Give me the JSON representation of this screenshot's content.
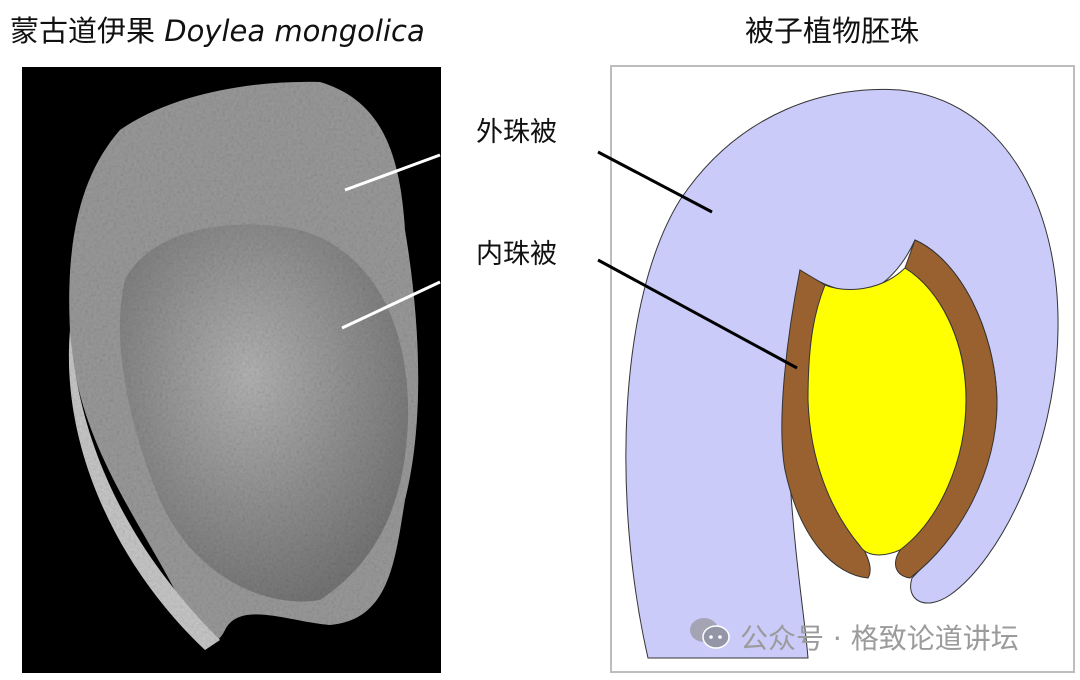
{
  "left_panel": {
    "title_cn": "蒙古道伊果",
    "title_latin": "Doylea mongolica"
  },
  "right_panel": {
    "title": "被子植物胚珠",
    "labels": {
      "outer_integument": "外珠被",
      "inner_integument": "内珠被"
    }
  },
  "colors": {
    "outer_integument": "#cbcbfa",
    "inner_integument": "#9a6130",
    "nucellus": "#ffff00"
  },
  "watermark": {
    "icon": "wechat-icon",
    "text": "公众号 · 格致论道讲坛"
  }
}
